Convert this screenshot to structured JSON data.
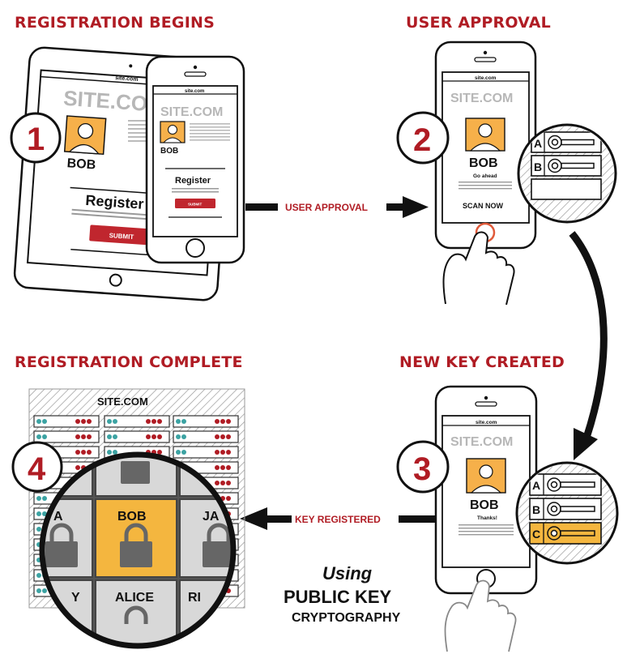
{
  "headings": {
    "step1": "REGISTRATION BEGINS",
    "step2": "USER APPROVAL",
    "step3": "NEW KEY CREATED",
    "step4": "REGISTRATION COMPLETE"
  },
  "steps": {
    "one": "1",
    "two": "2",
    "three": "3",
    "four": "4"
  },
  "site": {
    "url": "site.com",
    "logo": "SITE.COM",
    "user": "BOB"
  },
  "register_form": {
    "title": "Register",
    "submit": "SUBMIT"
  },
  "approval_screen": {
    "subtitle": "Go ahead",
    "action": "SCAN NOW"
  },
  "created_screen": {
    "subtitle": "Thanks!"
  },
  "arrows": {
    "user_approval": "USER APPROVAL",
    "key_registered": "KEY REGISTERED"
  },
  "key_slots": {
    "a": "A",
    "b": "B",
    "c": "C"
  },
  "server": {
    "title": "SITE.COM",
    "accounts": {
      "bob": "BOB",
      "alice": "ALICE",
      "left_partial": "A",
      "right_partial": "JA",
      "bottom_left_partial": "Y",
      "bottom_right_partial": "RI"
    }
  },
  "tagline": {
    "script": "Using",
    "line1": "PUBLIC KEY",
    "line2": "CRYPTOGRAPHY"
  },
  "colors": {
    "brand_red": "#b01c24",
    "key_yellow": "#f4b63f",
    "avatar_orange": "#f6b04a",
    "gray_text": "#b7b7b7"
  }
}
